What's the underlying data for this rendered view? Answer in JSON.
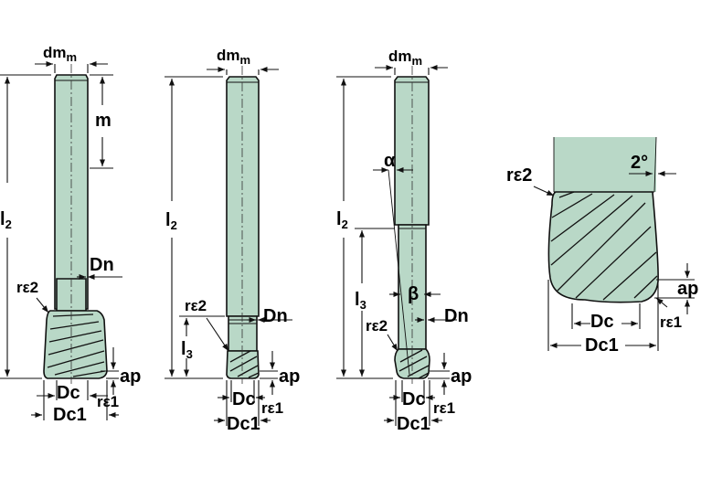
{
  "labels": {
    "dm": "dm",
    "dm_sub": "m",
    "m": "m",
    "l2": "l",
    "l2_sub": "2",
    "l3": "l",
    "l3_sub": "3",
    "Dn": "Dn",
    "r_eps2": "rε2",
    "r_eps1": "rε1",
    "ap": "ap",
    "Dc": "Dc",
    "Dc1": "Dc1",
    "alpha": "α",
    "beta": "β",
    "angle": "2°"
  },
  "colors": {
    "tool_fill": "#b9d8c7",
    "line": "#111111"
  }
}
